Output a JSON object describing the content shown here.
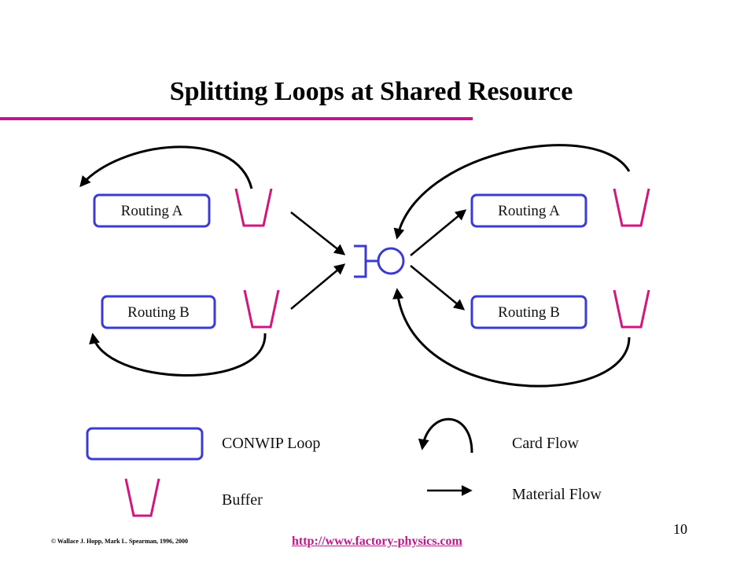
{
  "title": "Splitting Loops at Shared Resource",
  "left_group": {
    "routing_a": "Routing A",
    "routing_b": "Routing B"
  },
  "right_group": {
    "routing_a": "Routing A",
    "routing_b": "Routing B"
  },
  "legend": {
    "conwip_loop": "CONWIP Loop",
    "buffer": "Buffer",
    "card_flow": "Card Flow",
    "material_flow": "Material Flow"
  },
  "footer": {
    "copyright": "© Wallace J. Hopp, Mark L. Spearman, 1996, 2000",
    "url": "http://www.factory-physics.com",
    "page_number": "10"
  },
  "colors": {
    "loop_border": "#3b3bd4",
    "buffer": "#d4147f",
    "accent_rule": "#c4168c",
    "arrow": "#000000"
  }
}
